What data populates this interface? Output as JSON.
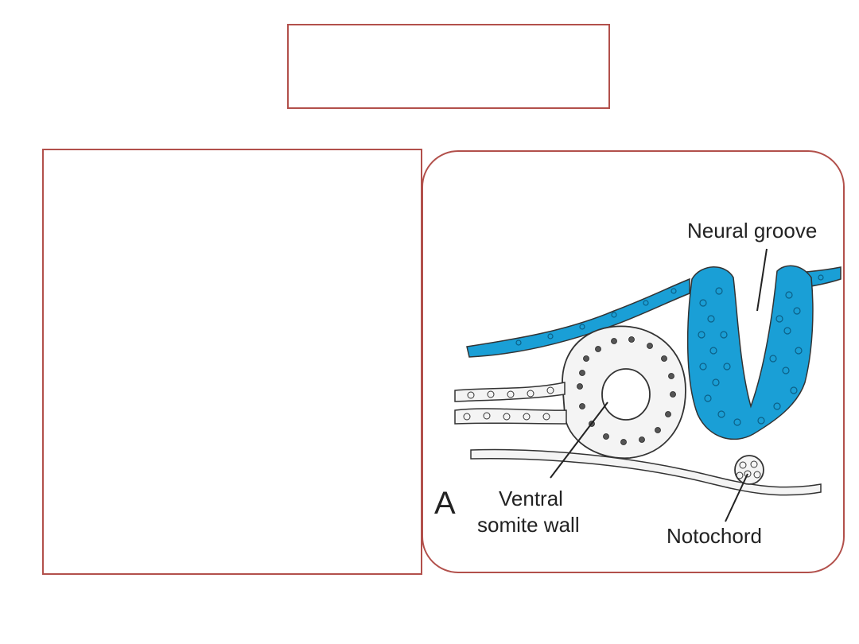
{
  "slide": {
    "title_box": {
      "text": ""
    },
    "content_box": {
      "text": ""
    }
  },
  "figure": {
    "panel_letter": "A",
    "labels": {
      "neural_groove": "Neural groove",
      "ventral_somite_wall_line1": "Ventral",
      "ventral_somite_wall_line2": "somite wall",
      "notochord": "Notochord"
    },
    "colors": {
      "frame_border": "#b2504b",
      "neural_tissue": "#1a9fd6",
      "neural_cell": "#0c5f86",
      "tissue_outline": "#3a3a3a",
      "label_text": "#222222"
    }
  }
}
